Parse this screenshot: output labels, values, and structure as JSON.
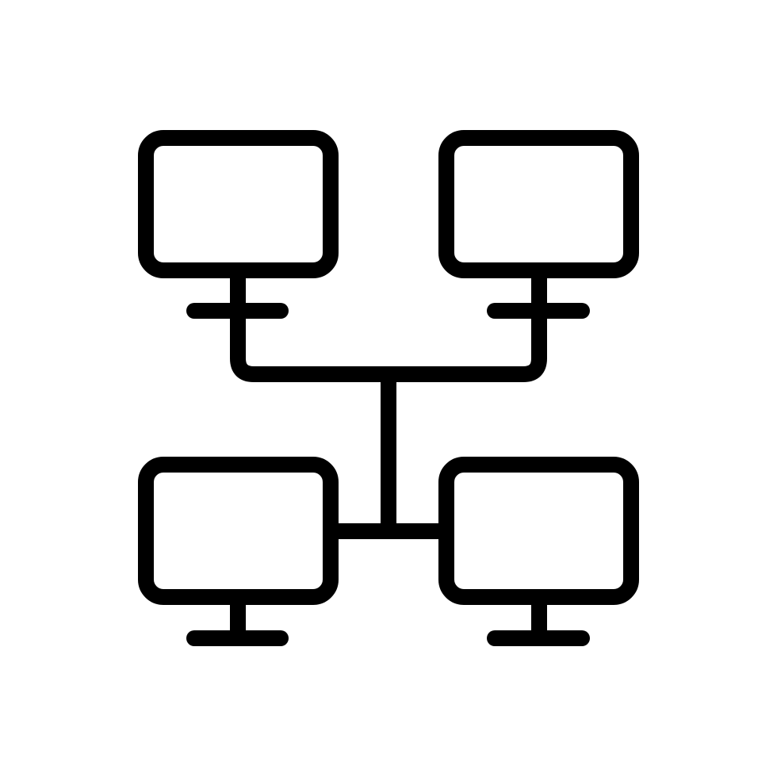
{
  "icon": {
    "name": "network-computers-icon",
    "stroke_color": "#000000",
    "background_color": "#ffffff",
    "monitors": [
      {
        "id": "top-left"
      },
      {
        "id": "top-right"
      },
      {
        "id": "bottom-left"
      },
      {
        "id": "bottom-right"
      }
    ]
  }
}
